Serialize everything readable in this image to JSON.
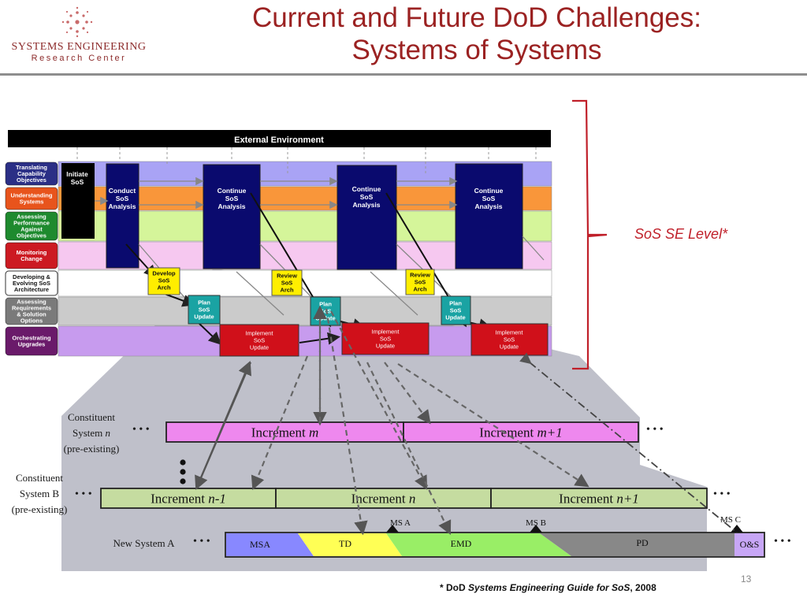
{
  "slide": {
    "logo_line1": "SYSTEMS ENGINEERING",
    "logo_line2": "Research Center",
    "title_line1": "Current and Future DoD Challenges:",
    "title_line2": "Systems of Systems",
    "sos_se_level": "SoS SE Level*",
    "footnote_star": "* DoD ",
    "footnote_italic": "Systems Engineering Guide for SoS",
    "footnote_year": ", 2008",
    "slide_number": "13"
  },
  "diagram": {
    "external_environment": "External Environment",
    "rows": [
      {
        "label": [
          "Translating",
          "Capability",
          "Objectives"
        ],
        "color": "#2b2f86",
        "band": "#a9a3f5"
      },
      {
        "label": [
          "Understanding",
          "Systems"
        ],
        "color": "#e8541c",
        "band": "#f9963a"
      },
      {
        "label": [
          "Assessing",
          "Performance",
          "Against",
          "Objectives"
        ],
        "color": "#1e8a2e",
        "band": "#d5f59a"
      },
      {
        "label": [
          "Monitoring",
          "Change"
        ],
        "color": "#cc1a22",
        "band": "#f6c8f0"
      },
      {
        "label": [
          "Developing &",
          "Evolving SoS",
          "Architecture"
        ],
        "color": "#ffffff",
        "band": "#ffffff"
      },
      {
        "label": [
          "Assessing",
          "Requirements",
          "& Solution",
          "Options"
        ],
        "color": "#7a7a7a",
        "band": "#cbcbcb"
      },
      {
        "label": [
          "Orchestrating",
          "Upgrades"
        ],
        "color": "#6a1a6a",
        "band": "#c79bee"
      }
    ],
    "initiate": [
      "Initiate",
      "SoS"
    ],
    "conduct": [
      "Conduct",
      "SoS",
      "Analysis"
    ],
    "continue": [
      "Continue",
      "SoS",
      "Analysis"
    ],
    "develop_arch": [
      "Develop",
      "SoS",
      "Arch"
    ],
    "review_arch": [
      "Review",
      "SoS",
      "Arch"
    ],
    "plan_update": [
      "Plan",
      "SoS",
      "Update"
    ],
    "implement_update": [
      "Implement",
      "SoS",
      "Update"
    ]
  },
  "lower": {
    "system_n_label": [
      "Constituent",
      "System ",
      "n",
      "(pre-existing)"
    ],
    "system_b_label": [
      "Constituent",
      "System  B",
      "(pre-existing)"
    ],
    "new_system_label": "New System A",
    "ellipsis": "• • •",
    "increment_word": "Increment ",
    "increments_m": [
      "m",
      "m+1"
    ],
    "increments_n": [
      "n-1",
      "n",
      "n+1"
    ],
    "phases": [
      "MSA",
      "TD",
      "EMD",
      "PD",
      "O&S"
    ],
    "milestones": [
      "MS A",
      "MS B",
      "MS C"
    ]
  },
  "colors": {
    "title": "#9b2222",
    "sos_level": "#c0202a",
    "navy_box": "#0a0a6e",
    "yellow_box": "#ffee00",
    "teal_box": "#1aa3a3",
    "red_box": "#d0101a",
    "increment_m": "#ee88ee",
    "increment_n": "#c5dca0",
    "shade": "#a9abb8"
  }
}
